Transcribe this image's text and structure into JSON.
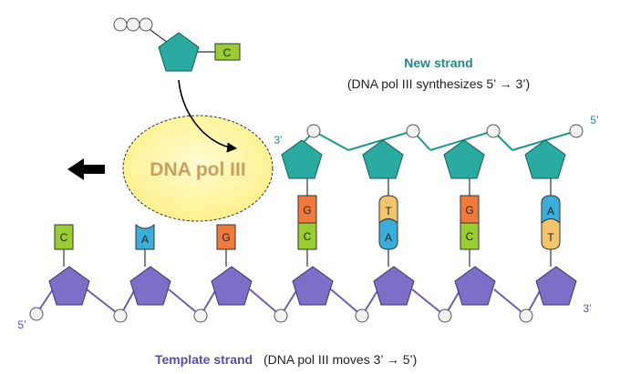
{
  "labels": {
    "new_strand_title": "New strand",
    "new_strand_note": "(DNA pol III synthesizes 5’ → 3’)",
    "template_title": "Template strand",
    "template_note": "(DNA pol III moves 3’ → 5’)",
    "enzyme": "DNA pol III",
    "new_3prime": "3’",
    "new_5prime": "5’",
    "template_5prime": "5’",
    "template_3prime": "3’"
  },
  "incoming_nucleotide": {
    "base": "C",
    "phosphates": 3
  },
  "template_bases": [
    "C",
    "A",
    "G",
    "C",
    "A",
    "C",
    "T"
  ],
  "paired_new_bases": [
    "G",
    "T",
    "G",
    "A"
  ],
  "colors": {
    "template_sugar": "#7b6fc7",
    "new_sugar": "#2aaaa0",
    "base_C": "#9acd32",
    "base_G": "#f07a3c",
    "base_A": "#3aaed8",
    "base_T": "#f2c46c",
    "backbone_template": "#6c5fb0",
    "backbone_new": "#1d9a8e",
    "enzyme_fill": "#fff088",
    "enzyme_text": "#c9a060",
    "title_new": "#1f8a8a",
    "title_template": "#5a4fa8"
  },
  "icons": {
    "direction_arrow": "arrow-left-icon"
  }
}
